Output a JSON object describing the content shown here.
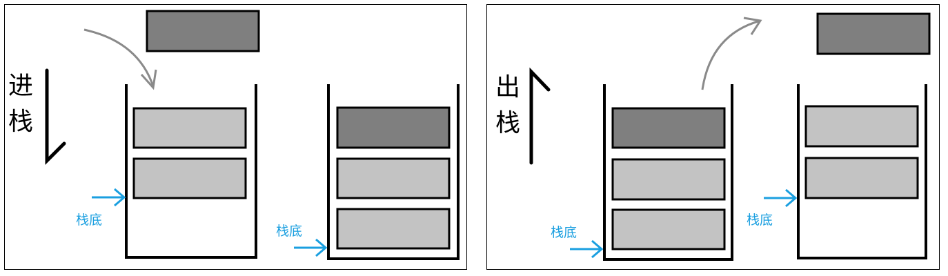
{
  "push_panel": {
    "title_char_1": "进",
    "title_char_2": "栈",
    "bottom_label_1": "栈底",
    "bottom_label_2": "栈底"
  },
  "pop_panel": {
    "title_char_1": "出",
    "title_char_2": "栈",
    "bottom_label_1": "栈底",
    "bottom_label_2": "栈底"
  },
  "colors": {
    "element_light": "#c3c3c3",
    "element_dark": "#7f7f7f",
    "pointer": "#1a9fe0",
    "motion_arrow": "#8a8a8a"
  }
}
